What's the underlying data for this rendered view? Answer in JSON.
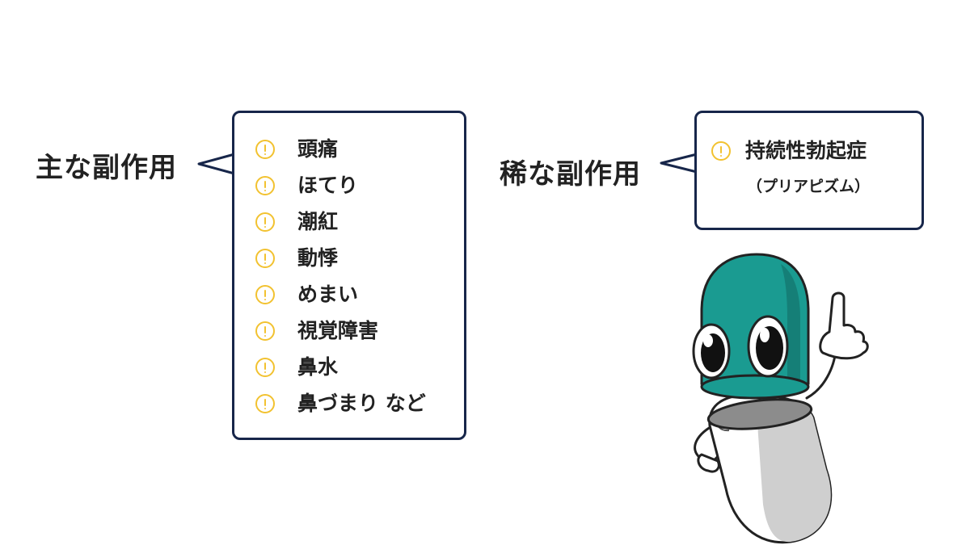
{
  "common": {
    "label": "主な副作用",
    "items": [
      "頭痛",
      "ほてり",
      "潮紅",
      "動悸",
      "めまい",
      "視覚障害",
      "鼻水",
      "鼻づまり など"
    ]
  },
  "rare": {
    "label": "稀な副作用",
    "item": "持続性勃起症",
    "note": "（プリアピズム）"
  },
  "colors": {
    "bubble_border": "#17264a",
    "warning_icon": "#f2c230",
    "capsule_teal": "#1a9b91",
    "capsule_gray": "#cfcfcf",
    "text": "#222222"
  },
  "icons": {
    "list_marker": "warning-icon",
    "character": "capsule-mascot"
  }
}
